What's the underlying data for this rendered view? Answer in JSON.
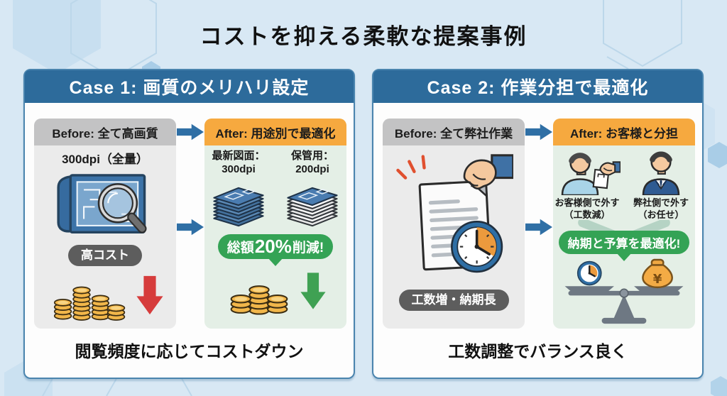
{
  "page": {
    "title": "コストを抑える柔軟な提案事例"
  },
  "case1": {
    "header": "Case 1: 画質のメリハリ設定",
    "before": {
      "label": "Before: 全て高画質",
      "dpi_label": "300dpi（全量）",
      "cost_badge": "高コスト",
      "icons": [
        "blueprint-magnifier-icon",
        "coin-pile-large-icon",
        "red-down-arrow-icon"
      ]
    },
    "after": {
      "label": "After: 用途別で最適化",
      "stacks": [
        {
          "label_line1": "最新図面：",
          "label_line2": "300dpi",
          "icon": "blue-paper-stack-icon"
        },
        {
          "label_line1": "保管用：",
          "label_line2": "200dpi",
          "icon": "gray-paper-stack-icon"
        }
      ],
      "savings_bubble": {
        "prefix": "総額",
        "highlight": "20%",
        "suffix": "削減!"
      },
      "icons": [
        "coin-pile-small-icon",
        "green-down-arrow-icon"
      ]
    },
    "caption": "閲覧頻度に応じてコストダウン"
  },
  "case2": {
    "header": "Case 2: 作業分担で最適化",
    "before": {
      "label": "Before: 全て弊社作業",
      "cost_badge": "工数増・納期長",
      "icons": [
        "document-hand-clock-icon"
      ]
    },
    "after": {
      "label": "After: お客様と分担",
      "persons": [
        {
          "caption_line1": "お客様側で外す",
          "caption_line2": "（工数減）",
          "icon": "customer-person-icon"
        },
        {
          "caption_line1": "弊社側で外す",
          "caption_line2": "（お任せ）",
          "icon": "company-person-icon"
        }
      ],
      "optimize_bubble": "納期と予算を最適化!",
      "icons": [
        "converging-chevrons-icon",
        "balance-scale-icon"
      ]
    },
    "caption": "工数調整でバランス良く"
  },
  "colors": {
    "page_bg": "#d8e8f4",
    "card_header_blue": "#2d6b9b",
    "before_header_gray": "#c3c3c4",
    "before_body_gray": "#ebebeb",
    "after_header_orange": "#f6a93f",
    "after_body_green": "#e4efe6",
    "bubble_green": "#34a355",
    "arrow_blue": "#2f6fa5",
    "arrow_red": "#d63c3c",
    "arrow_green": "#3fa153",
    "badge_gray": "#5d5d5d",
    "coin_gold": "#f1b64a",
    "blueprint_blue": "#3c73a8"
  }
}
